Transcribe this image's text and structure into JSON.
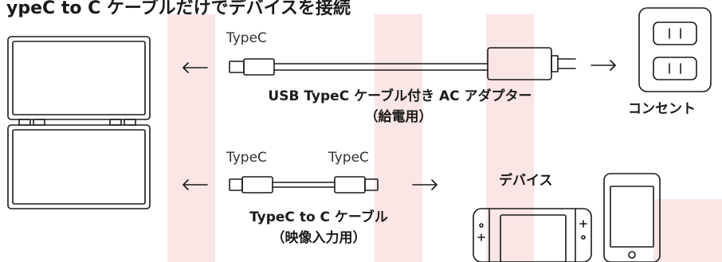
{
  "header": {
    "title": "ypeC to C ケーブルだけでデバイスを接続"
  },
  "cable_top": {
    "connector_label": "TypeC",
    "name": "USB TypeC ケーブル付き AC アダプター",
    "purpose": "（給電用）"
  },
  "cable_bottom": {
    "left_connector_label": "TypeC",
    "right_connector_label": "TypeC",
    "name": "TypeC to C ケーブル",
    "purpose": "（映像入力用）"
  },
  "outlet": {
    "label": "コンセント"
  },
  "devices": {
    "label": "デバイス"
  },
  "colors": {
    "line": "#1a1a1a",
    "background_mark": "#fbe6e6"
  }
}
